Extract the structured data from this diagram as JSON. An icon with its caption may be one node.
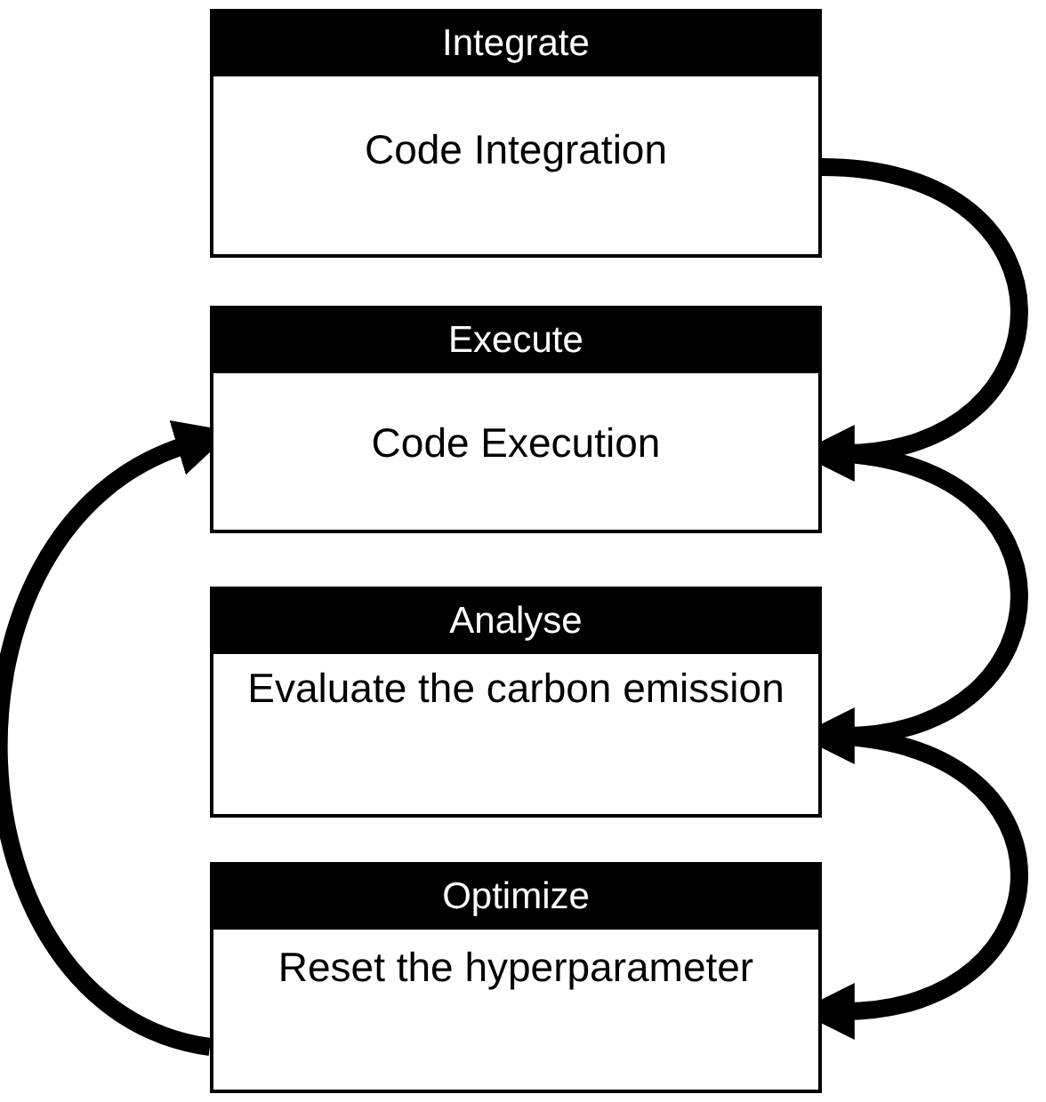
{
  "diagram": {
    "nodes": [
      {
        "text": [
          "Integrate",
          "Code Integration"
        ]
      },
      {
        "text": [
          "Execute",
          "Code Execution"
        ]
      },
      {
        "text": [
          "Analyse",
          "Evaluate the carbon emission"
        ]
      },
      {
        "text": [
          "Optimize",
          "Reset the hyperparameter"
        ]
      }
    ],
    "edges": [
      {
        "from": 0,
        "to": 1,
        "arrow": "to"
      },
      {
        "from": 1,
        "to": 2,
        "arrow": "to"
      },
      {
        "from": 2,
        "to": 3,
        "arrow": "to"
      },
      {
        "from": 3,
        "to": 1,
        "arrow": "to"
      }
    ]
  }
}
